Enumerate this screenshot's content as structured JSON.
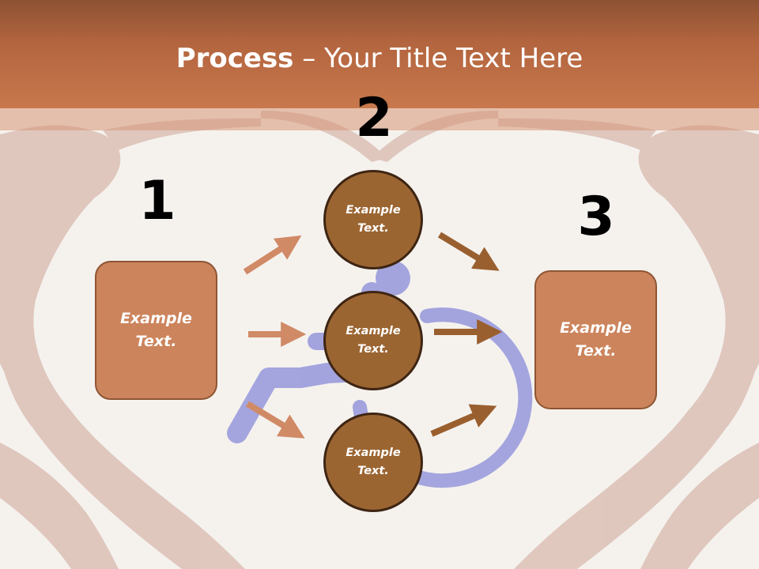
{
  "slide": {
    "title_bold": "Process",
    "title_rest": " – Your Title Text Here",
    "steps": [
      {
        "number": "1",
        "text": "Example Text."
      },
      {
        "number": "2",
        "items": [
          "Example Text.",
          "Example Text.",
          "Example Text."
        ]
      },
      {
        "number": "3",
        "text": "Example Text."
      }
    ]
  },
  "colors": {
    "header": "#b3653f",
    "box_fill": "#cc845c",
    "circle_fill": "#9b6532",
    "arrow_left": "#d08a66",
    "arrow_right": "#9a5f2f",
    "wheelchair_icon": "#9b9cdc"
  },
  "icons": [
    "hands-heart-background",
    "wheelchair-icon"
  ]
}
